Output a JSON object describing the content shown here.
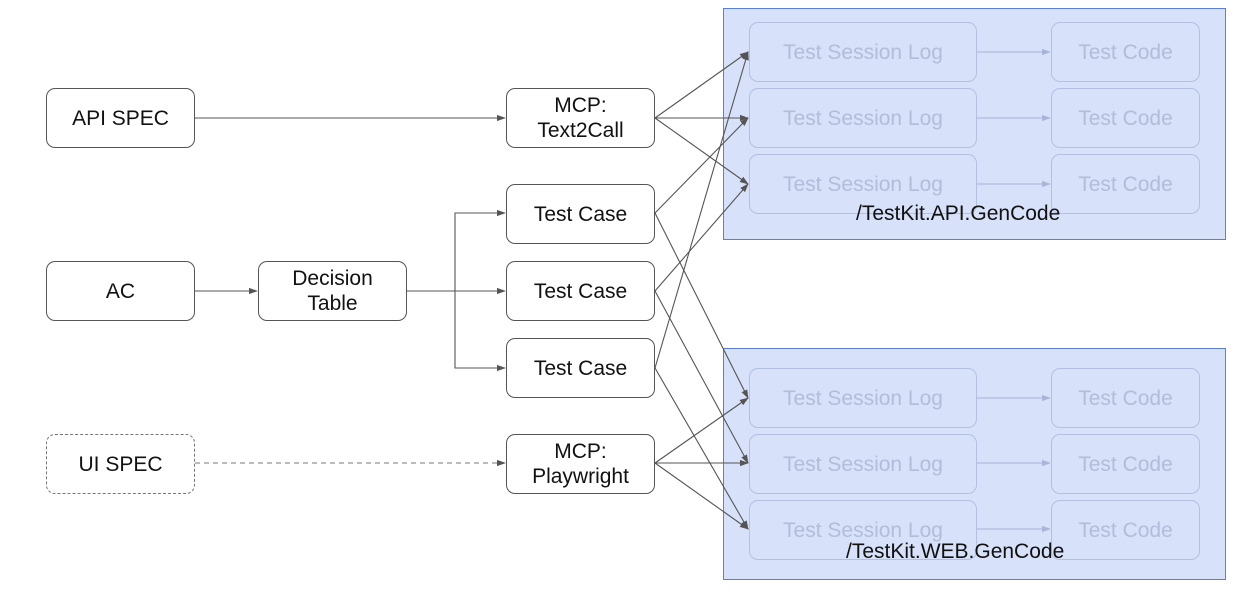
{
  "groups": {
    "api": {
      "label": "/TestKit.API.GenCode"
    },
    "web": {
      "label": "/TestKit.WEB.GenCode"
    }
  },
  "nodes": {
    "api_spec": "API SPEC",
    "ac": "AC",
    "ui_spec": "UI SPEC",
    "decision_table": "Decision\nTable",
    "mcp_text2call": "MCP:\nText2Call",
    "test_case_1": "Test Case",
    "test_case_2": "Test Case",
    "test_case_3": "Test Case",
    "mcp_playwright": "MCP:\nPlaywright",
    "api_log_1": "Test Session  Log",
    "api_log_2": "Test Session Log",
    "api_log_3": "Test Session Log",
    "api_code_1": "Test Code",
    "api_code_2": "Test Code",
    "api_code_3": "Test Code",
    "web_log_1": "Test Session Log",
    "web_log_2": "Test Session Log",
    "web_log_3": "Test Session Log",
    "web_code_1": "Test Code",
    "web_code_2": "Test Code",
    "web_code_3": "Test Code"
  },
  "colors": {
    "group_fill": "#b5c8f3",
    "group_border": "#5b7fd9",
    "edge": "#555555",
    "ghost_text": "#b3bcd8"
  }
}
